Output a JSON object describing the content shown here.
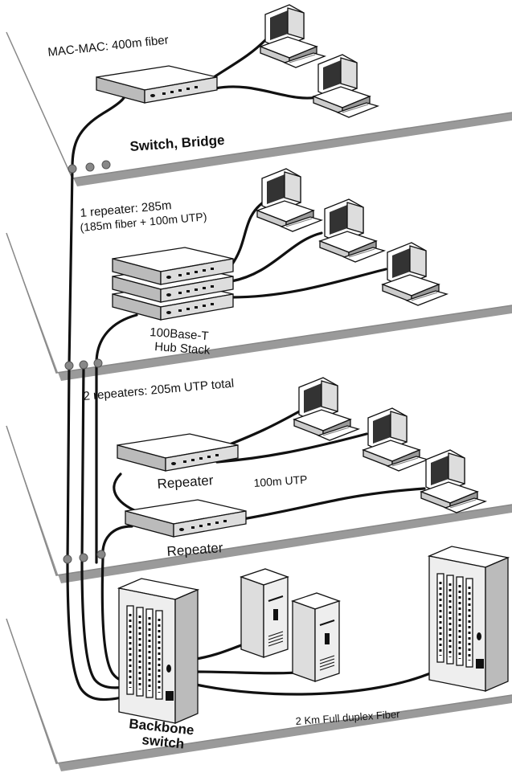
{
  "floors": [
    {
      "label_1": "MAC-MAC: 400m fiber",
      "device_label": "Switch, Bridge"
    },
    {
      "label_1": "1 repeater: 285m",
      "label_2": "(185m fiber + 100m UTP)",
      "device_label_1": "100Base-T",
      "device_label_2": "Hub Stack"
    },
    {
      "label_1": "2 repeaters: 205m  UTP total",
      "repeater_1": "Repeater",
      "repeater_2": "Repeater",
      "link_label": "100m UTP"
    },
    {
      "backbone_1": "Backbone",
      "backbone_2": "switch",
      "fiber_label": "2 Km Full duplex Fiber"
    }
  ]
}
